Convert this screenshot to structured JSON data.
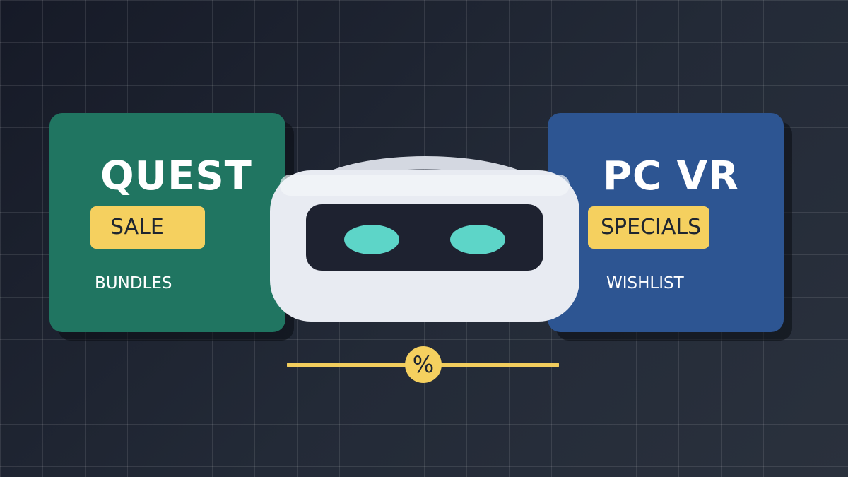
{
  "cards": {
    "quest": {
      "title": "QUEST",
      "badge": "SALE",
      "link": "BUNDLES",
      "color": "#207561"
    },
    "pcvr": {
      "title": "PC VR",
      "badge": "SPECIALS",
      "link": "WISHLIST",
      "color": "#2d5592"
    }
  },
  "headset": {
    "icon": "vr-headset-icon",
    "body_color": "#e8ebf2",
    "visor_color": "#1e2230",
    "lens_color": "#5dd5c8"
  },
  "slider": {
    "thumb_label": "%",
    "position": 0.5,
    "color": "#f5d05f"
  },
  "colors": {
    "background": "#1d222e",
    "accent": "#f5d05f"
  }
}
